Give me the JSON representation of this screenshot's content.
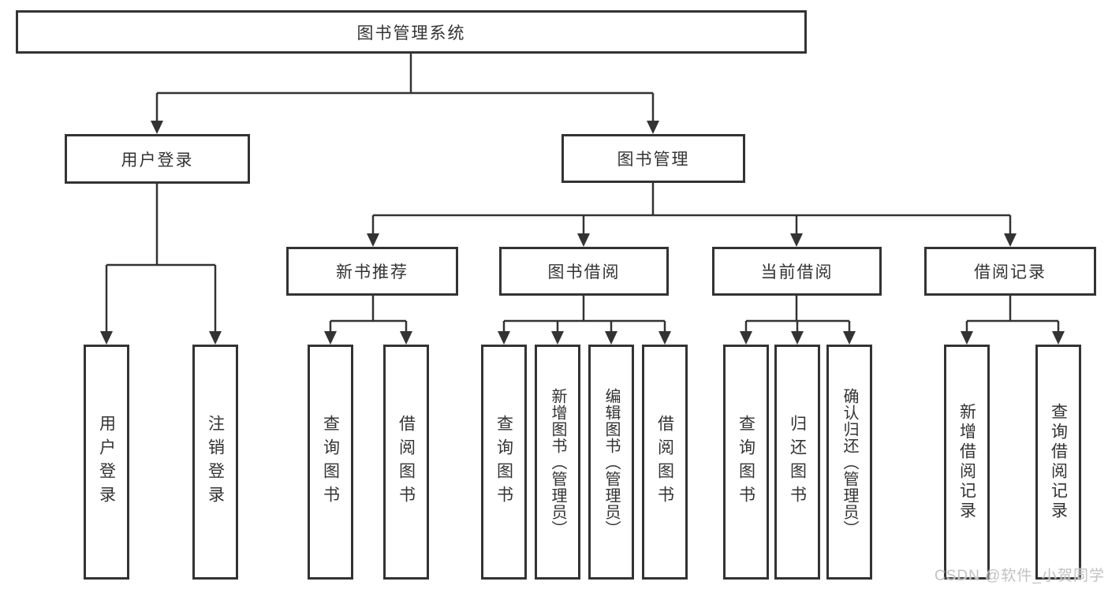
{
  "tree": {
    "label": "图书管理系统",
    "children": [
      {
        "label": "用户登录",
        "children": [
          {
            "label": "用户登录"
          },
          {
            "label": "注销登录"
          }
        ]
      },
      {
        "label": "图书管理",
        "children": [
          {
            "label": "新书推荐",
            "children": [
              {
                "label": "查询图书"
              },
              {
                "label": "借阅图书"
              }
            ]
          },
          {
            "label": "图书借阅",
            "children": [
              {
                "label": "查询图书"
              },
              {
                "label": "新增图书（管理员）"
              },
              {
                "label": "编辑图书（管理员）"
              },
              {
                "label": "借阅图书"
              }
            ]
          },
          {
            "label": "当前借阅",
            "children": [
              {
                "label": "查询图书"
              },
              {
                "label": "归还图书"
              },
              {
                "label": "确认归还（管理员）"
              }
            ]
          },
          {
            "label": "借阅记录",
            "children": [
              {
                "label": "新增借阅记录"
              },
              {
                "label": "查询借阅记录"
              }
            ]
          }
        ]
      }
    ]
  },
  "watermark": {
    "text": "CSDN @软件_小贺同学"
  },
  "colors": {
    "line": "#333333",
    "box_border": "#333333",
    "text": "#333333",
    "background": "#ffffff",
    "watermark": "#c2c2c2"
  }
}
